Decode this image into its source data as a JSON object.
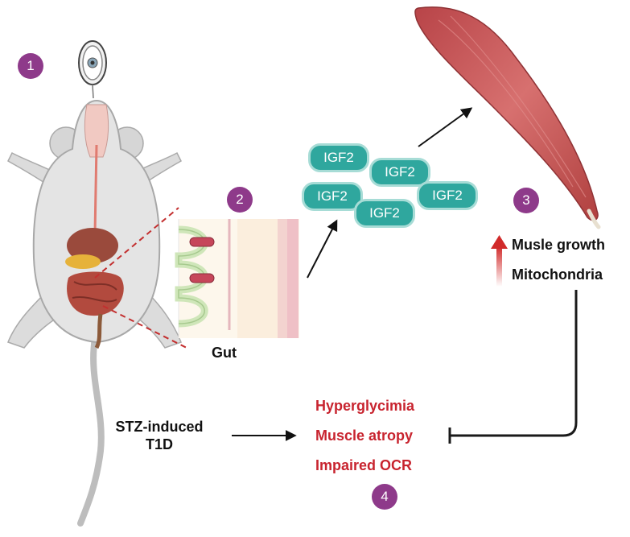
{
  "badges": {
    "b1": "1",
    "b2": "2",
    "b3": "3",
    "b4": "4"
  },
  "pills": [
    {
      "label": "IGF2"
    },
    {
      "label": "IGF2"
    },
    {
      "label": "IGF2"
    },
    {
      "label": "IGF2"
    },
    {
      "label": "IGF2"
    }
  ],
  "labels": {
    "gut": "Gut",
    "cause_line1": "STZ-induced",
    "cause_line2": "T1D",
    "muscle_growth": "Musle growth",
    "mitochondria": "Mitochondria"
  },
  "outcomes": [
    "Hyperglycimia",
    "Muscle atropy",
    "Impaired OCR"
  ],
  "colors": {
    "badge": "#8e3a8a",
    "pill": "#2fa79e",
    "outcome_text": "#c8242f",
    "muscle": "#c8575a",
    "up_arrow": "#d12a2a"
  },
  "icons": {
    "mouse": "mouse-illustration",
    "muscle": "muscle-illustration",
    "gut": "gut-cross-section",
    "eye": "eye-icon"
  }
}
